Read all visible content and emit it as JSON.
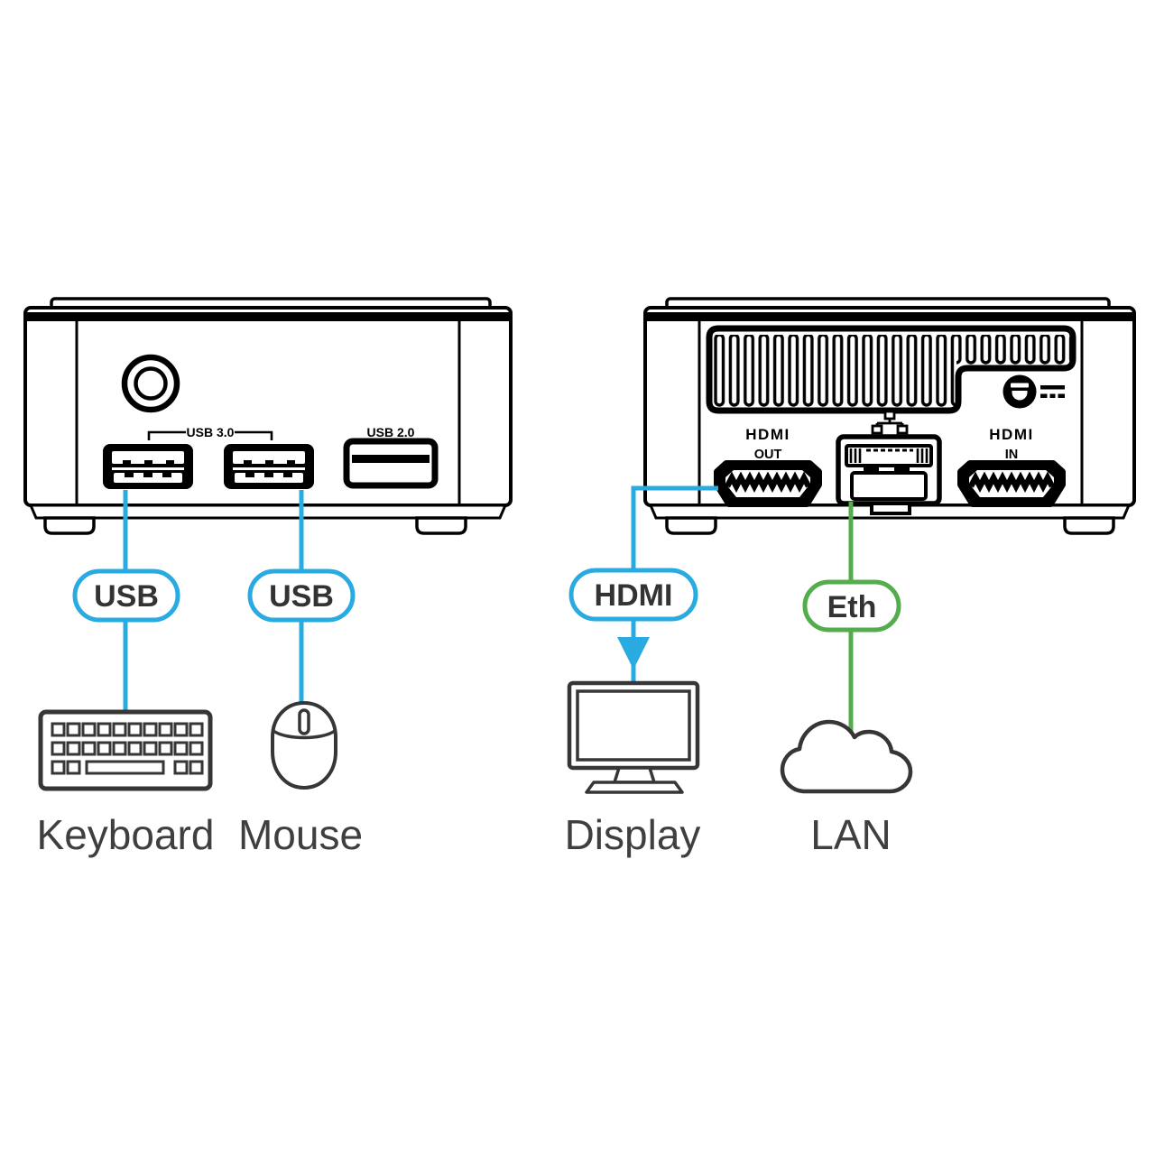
{
  "colors": {
    "usb_accent": "#29ABE2",
    "eth_accent": "#55AC4D",
    "pill_text": "#333333",
    "label_text": "#3F3F3F",
    "icon_stroke": "#363636",
    "device_stroke": "#000000"
  },
  "front_device": {
    "usb3_label": "USB 3.0",
    "usb2_label": "USB 2.0"
  },
  "rear_device": {
    "hdmi_out_line1": "HDMI",
    "hdmi_out_line2": "OUT",
    "hdmi_in_line1": "HDMI",
    "hdmi_in_line2": "IN"
  },
  "connections": {
    "pill_usb_keyboard": "USB",
    "pill_usb_mouse": "USB",
    "pill_hdmi": "HDMI",
    "pill_eth": "Eth",
    "endpoint_keyboard": "Keyboard",
    "endpoint_mouse": "Mouse",
    "endpoint_display": "Display",
    "endpoint_lan": "LAN"
  }
}
